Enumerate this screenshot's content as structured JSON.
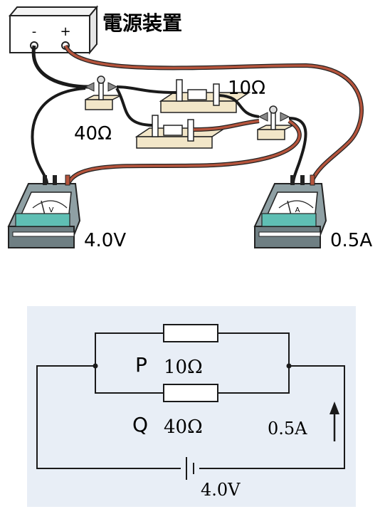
{
  "top_illustration": {
    "power_supply_label": "電源装置",
    "minus_sign": "-",
    "plus_sign": "+",
    "resistor_small_label": "10Ω",
    "resistor_large_label": "40Ω",
    "voltmeter_reading": "4.0V",
    "ammeter_reading": "0.5A",
    "voltmeter_face_letter": "V",
    "ammeter_face_letter": "A"
  },
  "circuit_diagram": {
    "resistor_p_name": "P",
    "resistor_p_value": "10Ω",
    "resistor_q_name": "Q",
    "resistor_q_value": "40Ω",
    "current_label": "0.5A",
    "voltage_label": "4.0V"
  },
  "colors": {
    "panel_background": "#e8eef6",
    "red_lead": "#b5543c",
    "black_lead": "#1a1a1a",
    "meter_teal": "#5fbfb4",
    "board_tan": "#f2e6c8"
  }
}
